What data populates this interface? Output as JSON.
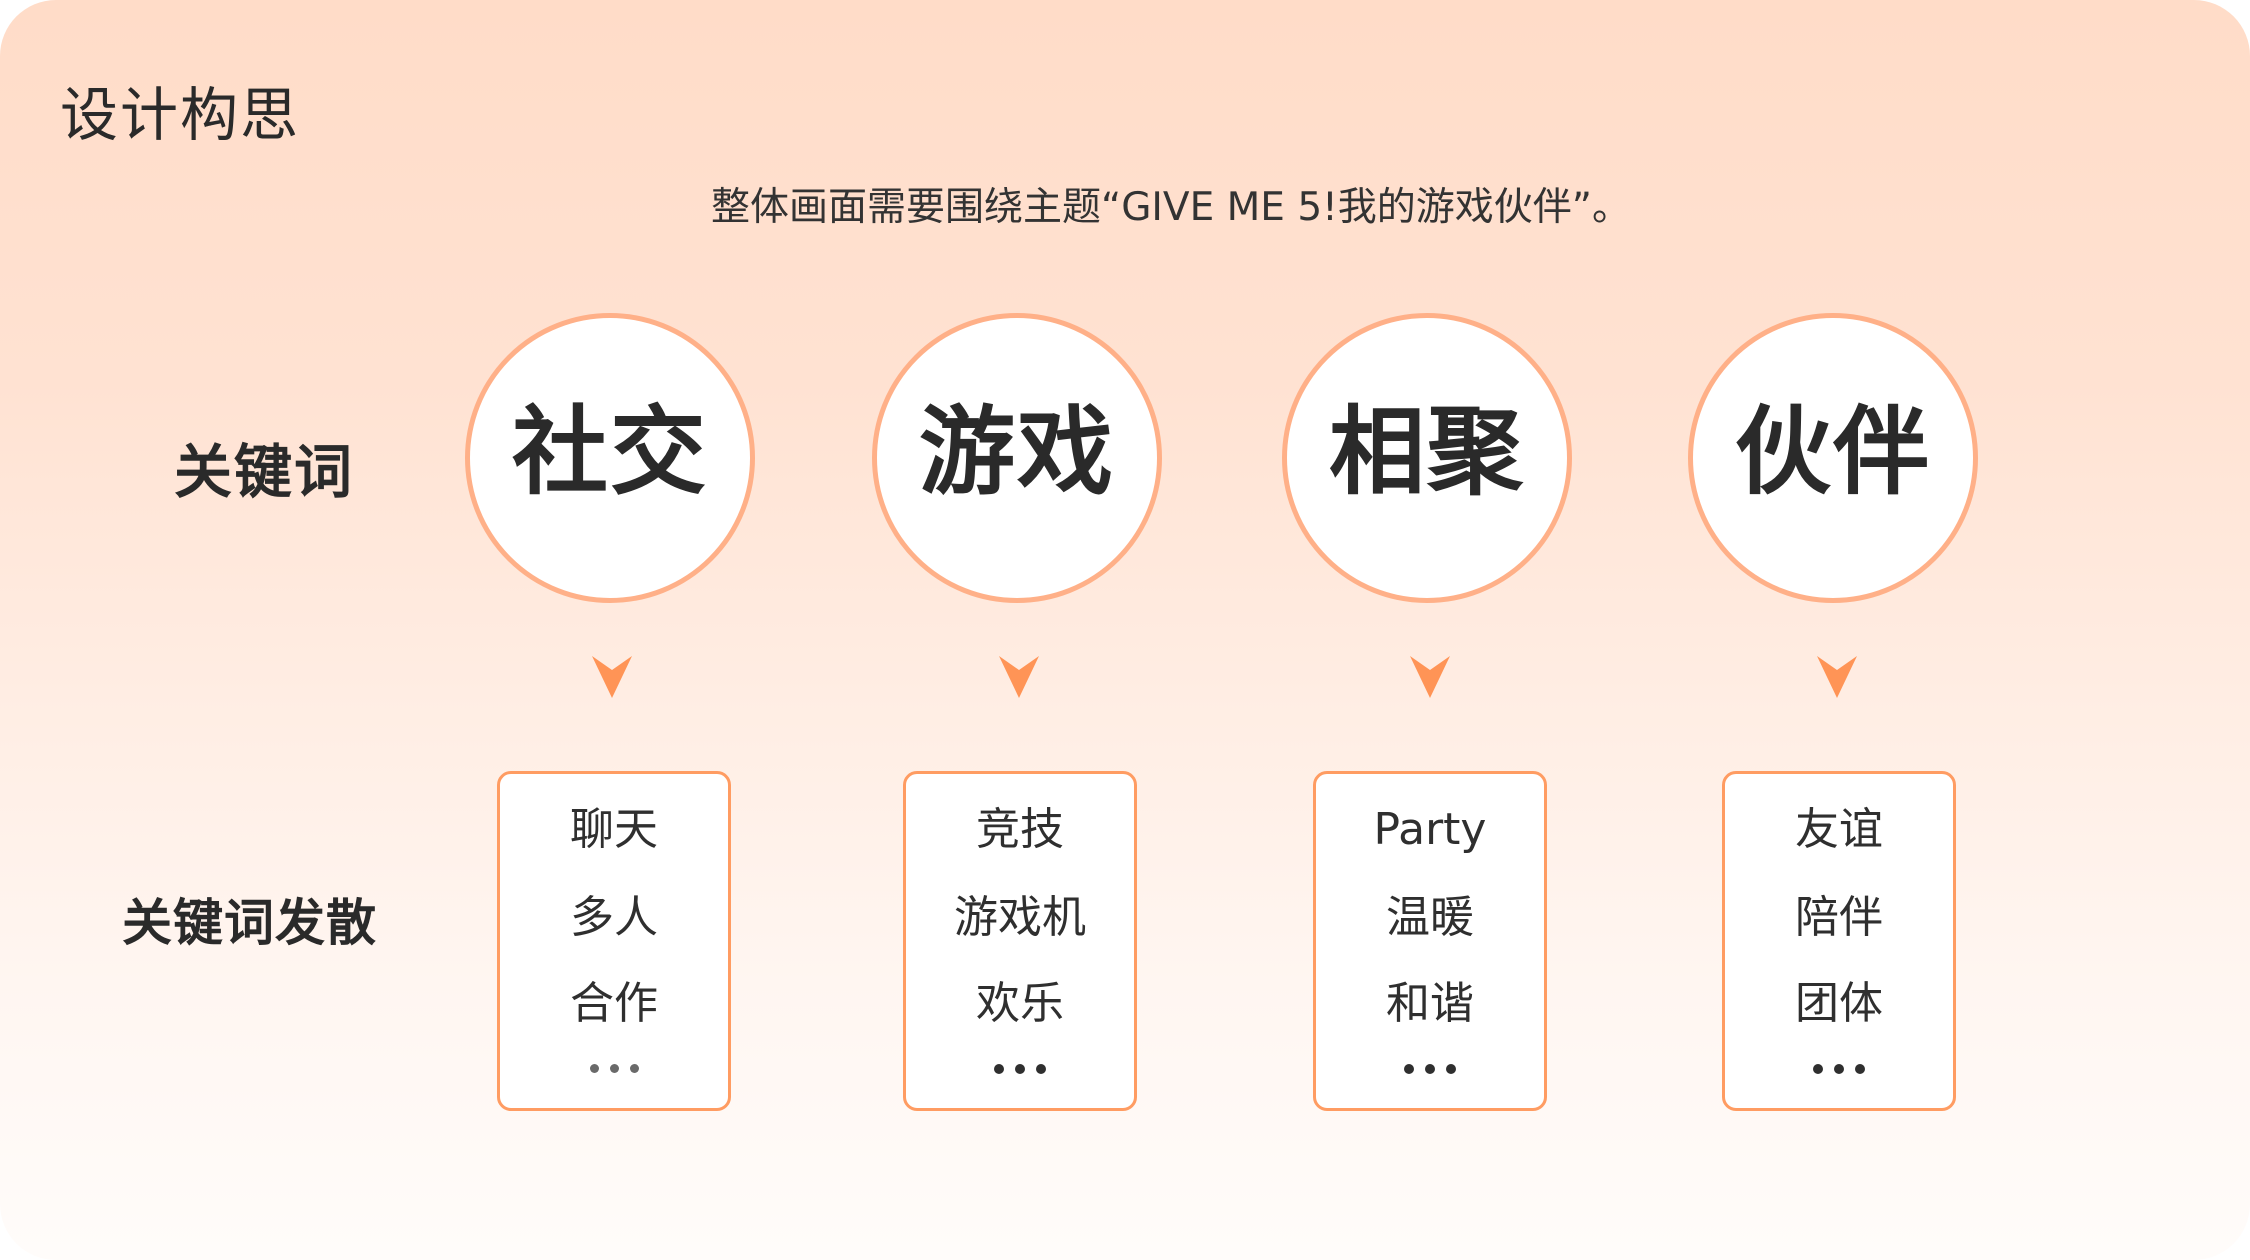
{
  "page": {
    "title": "设计构思",
    "subtitle": "整体画面需要围绕主题“GIVE ME 5!我的游戏伙伴”。"
  },
  "labels": {
    "keywords": "关键词",
    "expand": "关键词发散"
  },
  "colors": {
    "circle_border": "#FFB088",
    "arrow": "#FF9456",
    "box_border": "#FF9C62",
    "background_top": "#FFDCC8",
    "background_bottom": "#FFFCFA",
    "text": "#2A2A2A"
  },
  "columns": [
    {
      "keyword": "社交",
      "arrow_icon": "chevron-arrow-down-icon",
      "items": [
        "聊天",
        "多人",
        "合作"
      ],
      "more": "..."
    },
    {
      "keyword": "游戏",
      "arrow_icon": "chevron-arrow-down-icon",
      "items": [
        "竞技",
        "游戏机",
        "欢乐"
      ],
      "more": "..."
    },
    {
      "keyword": "相聚",
      "arrow_icon": "chevron-arrow-down-icon",
      "items": [
        "Party",
        "温暖",
        "和谐"
      ],
      "more": "..."
    },
    {
      "keyword": "伙伴",
      "arrow_icon": "chevron-arrow-down-icon",
      "items": [
        "友谊",
        "陪伴",
        "团体"
      ],
      "more": "..."
    }
  ]
}
